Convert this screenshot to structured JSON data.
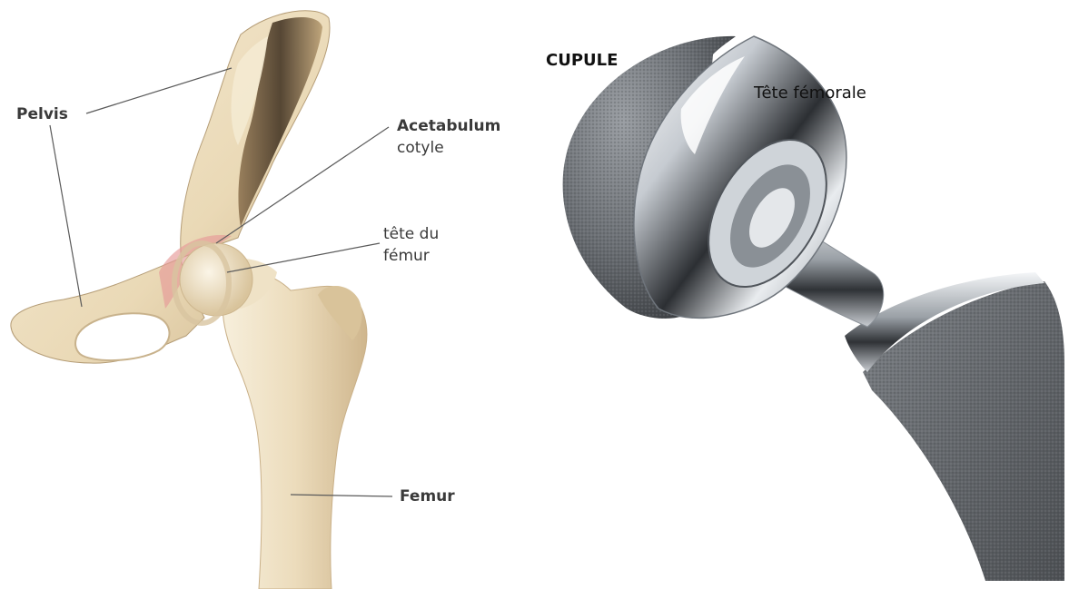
{
  "anatomy": {
    "labels": {
      "pelvis": "Pelvis",
      "acetabulum": "Acetabulum",
      "cotyle": "cotyle",
      "tete_du": "tête du",
      "femur_fr": "fémur",
      "femur": "Femur"
    }
  },
  "prosthesis": {
    "labels": {
      "cupule": "CUPULE",
      "tete_femorale": "Tête fémorale"
    }
  },
  "colors": {
    "bone": "#efe2c6",
    "bone_shadow": "#b39a72",
    "cartilage_red": "#e8a0a0",
    "chrome": "#d9dde2",
    "porous_gray": "#6b6f73",
    "leader_line": "#5a5a5a"
  }
}
